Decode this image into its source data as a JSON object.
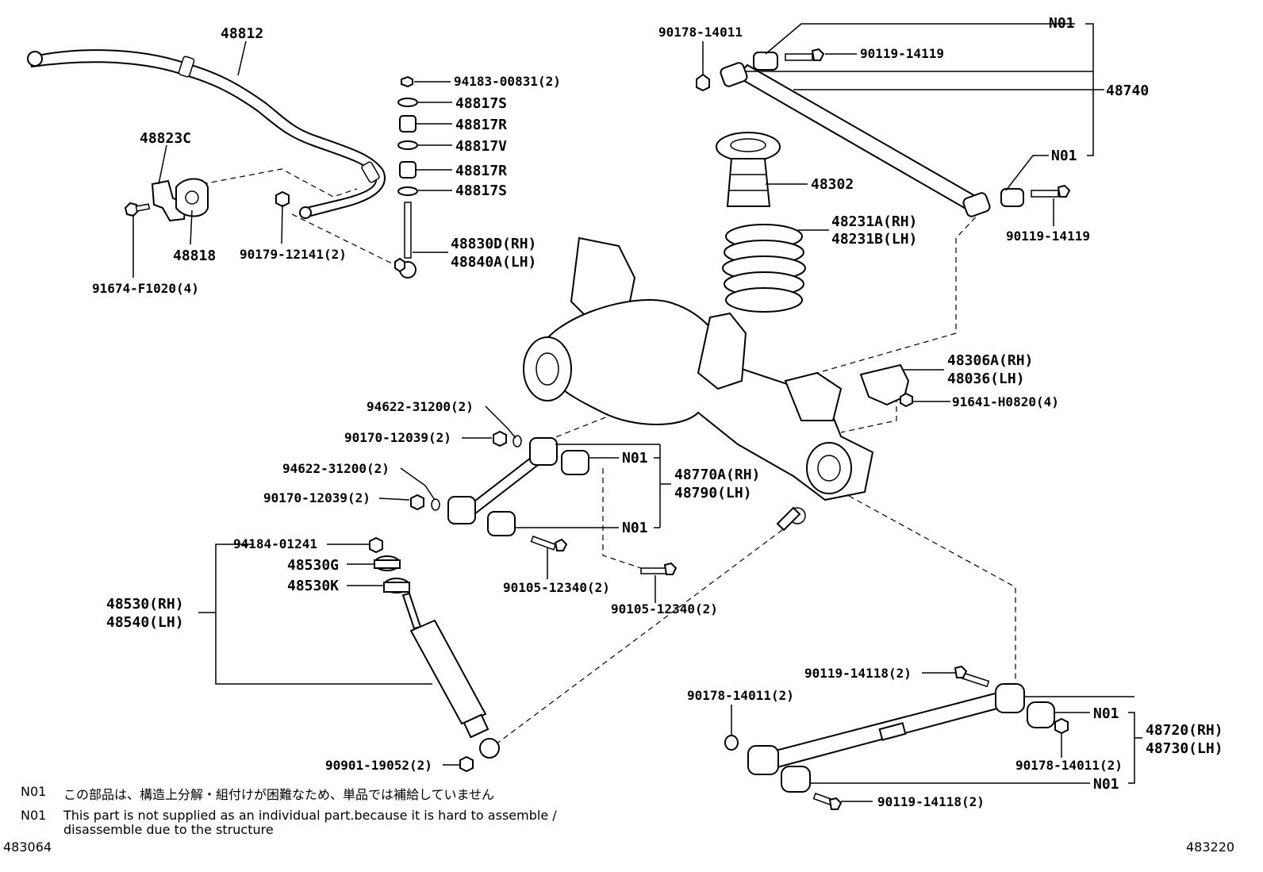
{
  "parts": {
    "p48812": "48812",
    "p48823C": "48823C",
    "p48818": "48818",
    "p91674": "91674-F1020(4)",
    "p90179": "90179-12141(2)",
    "p94183": "94183-00831(2)",
    "p48817S_a": "48817S",
    "p48817R_a": "48817R",
    "p48817V": "48817V",
    "p48817R_b": "48817R",
    "p48817S_b": "48817S",
    "p48830D": "48830D(RH)",
    "p48840A": "48840A(LH)",
    "p90178_top": "90178-14011",
    "p90119_top": "90119-14119",
    "p48740": "48740",
    "p90119_mid": "90119-14119",
    "p48302": "48302",
    "p48231A": "48231A(RH)",
    "p48231B": "48231B(LH)",
    "p48306A": "48306A(RH)",
    "p48036": "48036(LH)",
    "p91641": "91641-H0820(4)",
    "p94622_a": "94622-31200(2)",
    "p90170_a": "90170-12039(2)",
    "p94622_b": "94622-31200(2)",
    "p90170_b": "90170-12039(2)",
    "p48770A": "48770A(RH)",
    "p48790": "48790(LH)",
    "p94184": "94184-01241",
    "p48530G": "48530G",
    "p48530K": "48530K",
    "p48530": "48530(RH)",
    "p48540": "48540(LH)",
    "p90105_a": "90105-12340(2)",
    "p90105_b": "90105-12340(2)",
    "p90901": "90901-19052(2)",
    "p90119_118a": "90119-14118(2)",
    "p90178_2": "90178-14011(2)",
    "p48720": "48720(RH)",
    "p48730": "48730(LH)",
    "p90178_3": "90178-14011(2)",
    "p90119_118b": "90119-14118(2)"
  },
  "n01": {
    "top": "N01",
    "upper_arm": "N01",
    "lat_1": "N01",
    "lat_2": "N01",
    "lower_1": "N01",
    "lower_2": "N01"
  },
  "notes": {
    "code_jp": "N01",
    "text_jp": "この部品は、構造上分解・組付けが困難なため、単品では補給していません",
    "code_en": "N01",
    "text_en_1": "This part is not supplied as an individual part.because it is hard to assemble /",
    "text_en_2": "disassemble due to the structure"
  },
  "footer": {
    "left_code": "483064",
    "right_code": "483220"
  }
}
